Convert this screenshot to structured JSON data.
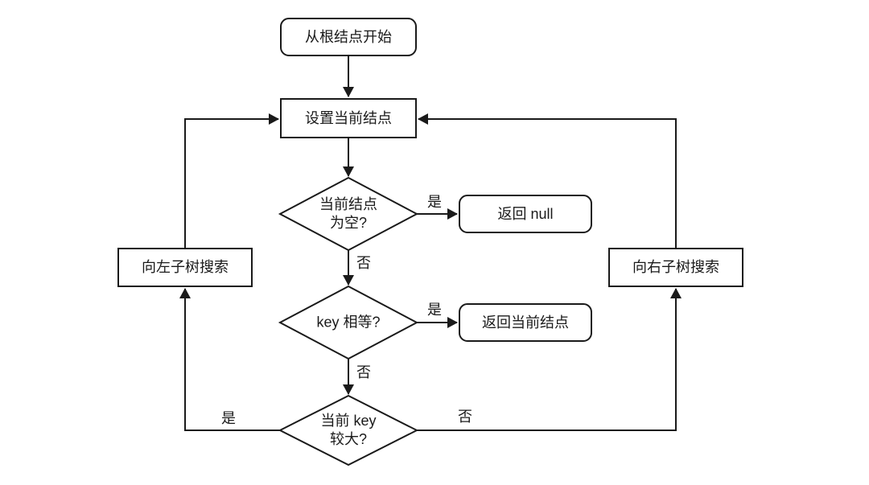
{
  "diagram": {
    "background": "#ffffff",
    "stroke_color": "#1a1a1a",
    "nodes": {
      "start": "从根结点开始",
      "set_current": "设置当前结点",
      "is_empty": "当前结点\n为空?",
      "return_null": "返回 null",
      "key_equal": "key 相等?",
      "return_current": "返回当前结点",
      "key_greater": "当前 key\n较大?",
      "search_left": "向左子树搜索",
      "search_right": "向右子树搜索"
    },
    "edge_labels": {
      "is_empty_yes": "是",
      "is_empty_no": "否",
      "key_equal_yes": "是",
      "key_equal_no": "否",
      "key_greater_yes": "是",
      "key_greater_no": "否"
    }
  }
}
